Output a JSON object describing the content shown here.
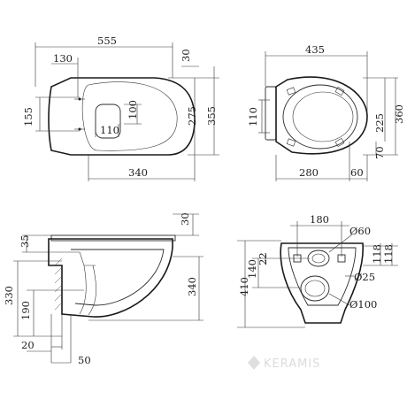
{
  "side_view_top": {
    "width_total": "555",
    "rim_offset": "130",
    "seat_gap": "30",
    "mount_height": "155",
    "outlet_width": "100",
    "outlet_offset": "110",
    "front_height": "275",
    "overall_height": "355",
    "bottom_length": "340"
  },
  "top_view": {
    "width": "435",
    "hinge_gap": "110",
    "seat_length": "225",
    "overall_length": "360",
    "front_offset": "70",
    "base_length": "280",
    "tail": "60"
  },
  "section_view": {
    "seat_thickness": "30",
    "rim_drop": "35",
    "height_total": "330",
    "bowl_depth": "340",
    "outlet_height": "190",
    "wall_offset": "20",
    "outlet_run": "50"
  },
  "rear_view": {
    "bolt_spacing": "180",
    "pipe_diameter_large": "Ø60",
    "height": "410",
    "inner_height": "140",
    "offset_small": "22",
    "pipe_diameter_small": "Ø25",
    "pipe_diameter_outlet": "Ø100",
    "side_a": "118",
    "side_b": "118"
  },
  "watermark": "KERAMIS"
}
